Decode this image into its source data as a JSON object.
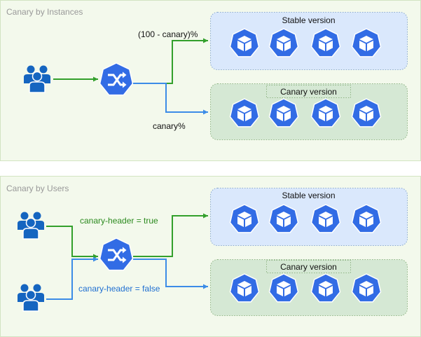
{
  "panels": [
    {
      "title": "Canary by Instances",
      "stable_label": "Stable version",
      "canary_label": "Canary version",
      "route_stable_label": "(100 - canary)%",
      "route_canary_label": "canary%",
      "pod_icon": "kubernetes-pod-icon",
      "router_icon": "shuffle-router-icon",
      "user_icon": "users-group-icon"
    },
    {
      "title": "Canary by Users",
      "stable_label": "Stable version",
      "canary_label": "Canary version",
      "route_stable_label": "canary-header = true",
      "route_canary_label": "canary-header = false",
      "pod_icon": "kubernetes-pod-icon",
      "router_icon": "shuffle-router-icon",
      "user_icon": "users-group-icon"
    }
  ],
  "colors": {
    "panel_bg": "#f3f9ec",
    "panel_border": "#d2e4c2",
    "stable_bg": "#dae8fc",
    "canary_bg": "#d5e8d4",
    "k8s_blue": "#326ce5",
    "green_arrow": "#33a02c",
    "blue_arrow": "#3c8ce7",
    "user_blue": "#1565c0"
  }
}
